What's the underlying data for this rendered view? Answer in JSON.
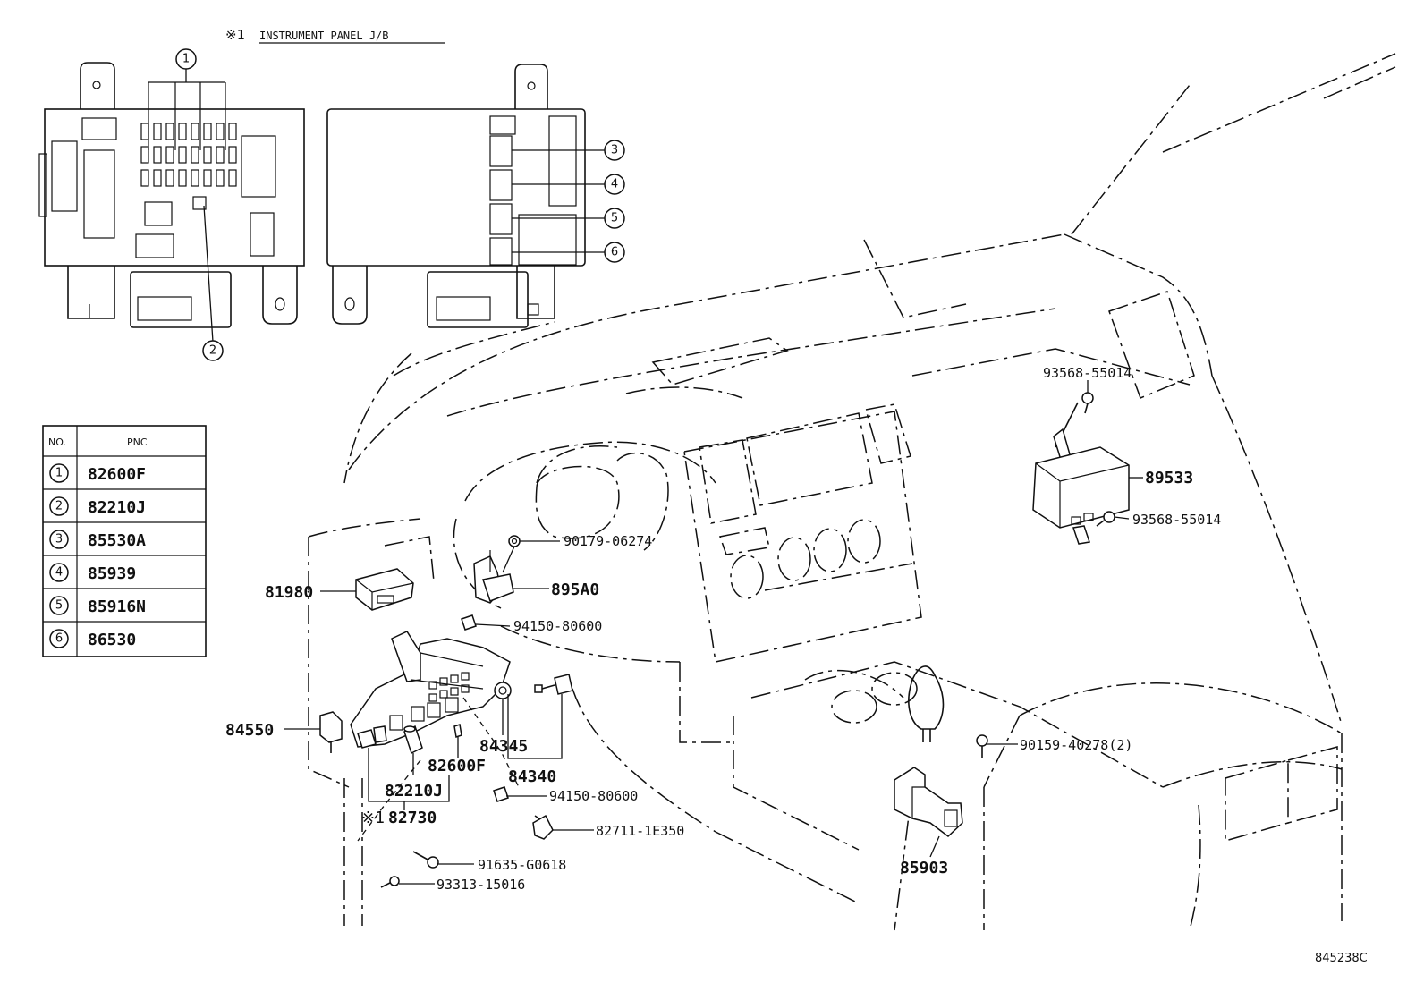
{
  "header": {
    "prefix": "※1",
    "title": "INSTRUMENT PANEL J/B"
  },
  "jb_markers": [
    "1",
    "2",
    "3",
    "4",
    "5",
    "6"
  ],
  "table": {
    "col_no": "NO.",
    "col_pnc": "PNC",
    "rows": [
      {
        "no": "1",
        "pnc": "82600F"
      },
      {
        "no": "2",
        "pnc": "82210J"
      },
      {
        "no": "3",
        "pnc": "85530A"
      },
      {
        "no": "4",
        "pnc": "85939"
      },
      {
        "no": "5",
        "pnc": "85916N"
      },
      {
        "no": "6",
        "pnc": "86530"
      }
    ]
  },
  "callouts": {
    "c93568_top": "93568-55014",
    "c89533": "89533",
    "c93568_bot": "93568-55014",
    "c90179": "90179-06274",
    "c895A0": "895A0",
    "c81980": "81980",
    "c94150_a": "94150-80600",
    "c84550": "84550",
    "c84345": "84345",
    "c82600F": "82600F",
    "c84340": "84340",
    "c82210J": "82210J",
    "c82730_prefix": "※1",
    "c82730": "82730",
    "c94150_b": "94150-80600",
    "c82711": "82711-1E350",
    "c91635": "91635-G0618",
    "c93313": "93313-15016",
    "c90159": "90159-40278(2)",
    "c85903": "85903"
  },
  "drawing_number": "845238C"
}
